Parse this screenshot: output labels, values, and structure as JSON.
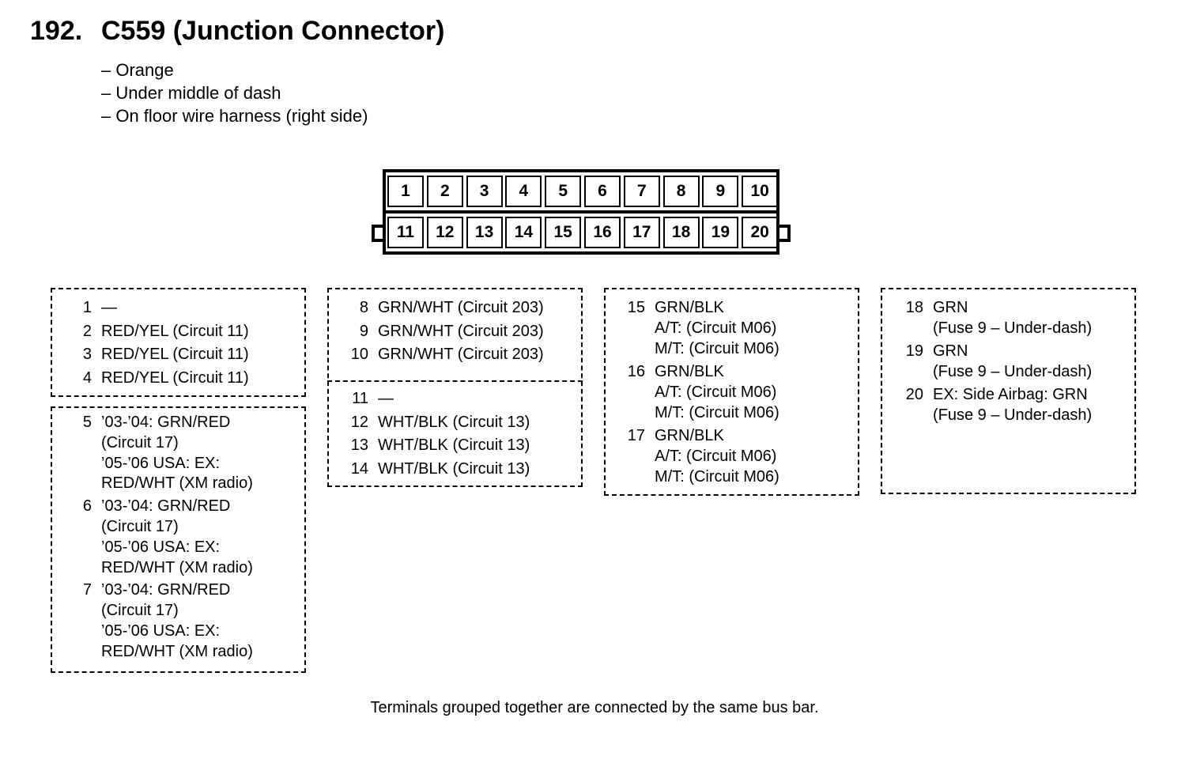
{
  "header": {
    "number": "192.",
    "title": "C559 (Junction Connector)",
    "details": [
      "– Orange",
      "– Under middle of dash",
      "– On floor wire harness (right side)"
    ]
  },
  "connector": {
    "top_row": [
      "1",
      "2",
      "3",
      "4",
      "5",
      "6",
      "7",
      "8",
      "9",
      "10"
    ],
    "bottom_row": [
      "11",
      "12",
      "13",
      "14",
      "15",
      "16",
      "17",
      "18",
      "19",
      "20"
    ]
  },
  "groups": {
    "g1": [
      {
        "n": "1",
        "lines": [
          "—"
        ]
      },
      {
        "n": "2",
        "lines": [
          "RED/YEL (Circuit 11)"
        ]
      },
      {
        "n": "3",
        "lines": [
          "RED/YEL (Circuit 11)"
        ]
      },
      {
        "n": "4",
        "lines": [
          "RED/YEL (Circuit 11)"
        ]
      }
    ],
    "g2": [
      {
        "n": "5",
        "lines": [
          "’03-’04: GRN/RED",
          "(Circuit 17)",
          "’05-’06 USA: EX:",
          "RED/WHT (XM radio)"
        ]
      },
      {
        "n": "6",
        "lines": [
          "’03-’04: GRN/RED",
          "(Circuit 17)",
          "’05-’06 USA: EX:",
          "RED/WHT (XM radio)"
        ]
      },
      {
        "n": "7",
        "lines": [
          "’03-’04: GRN/RED",
          "(Circuit 17)",
          "’05-’06 USA: EX:",
          "RED/WHT (XM radio)"
        ]
      }
    ],
    "g3": [
      {
        "n": "8",
        "lines": [
          "GRN/WHT (Circuit 203)"
        ]
      },
      {
        "n": "9",
        "lines": [
          "GRN/WHT (Circuit 203)"
        ]
      },
      {
        "n": "10",
        "lines": [
          "GRN/WHT (Circuit 203)"
        ]
      }
    ],
    "g4": [
      {
        "n": "11",
        "lines": [
          "—"
        ]
      },
      {
        "n": "12",
        "lines": [
          "WHT/BLK (Circuit 13)"
        ]
      },
      {
        "n": "13",
        "lines": [
          "WHT/BLK (Circuit 13)"
        ]
      },
      {
        "n": "14",
        "lines": [
          "WHT/BLK (Circuit 13)"
        ]
      }
    ],
    "g5": [
      {
        "n": "15",
        "lines": [
          "GRN/BLK",
          "A/T: (Circuit M06)",
          "M/T: (Circuit M06)"
        ]
      },
      {
        "n": "16",
        "lines": [
          "GRN/BLK",
          "A/T: (Circuit M06)",
          "M/T: (Circuit M06)"
        ]
      },
      {
        "n": "17",
        "lines": [
          "GRN/BLK",
          "A/T: (Circuit M06)",
          "M/T: (Circuit M06)"
        ]
      }
    ],
    "g6": [
      {
        "n": "18",
        "lines": [
          "GRN",
          "(Fuse 9 – Under-dash)"
        ]
      },
      {
        "n": "19",
        "lines": [
          "GRN",
          "(Fuse 9 – Under-dash)"
        ]
      },
      {
        "n": "20",
        "lines": [
          "EX: Side Airbag: GRN",
          "(Fuse 9 – Under-dash)"
        ]
      }
    ]
  },
  "footnote": "Terminals grouped together are connected by the same bus bar."
}
